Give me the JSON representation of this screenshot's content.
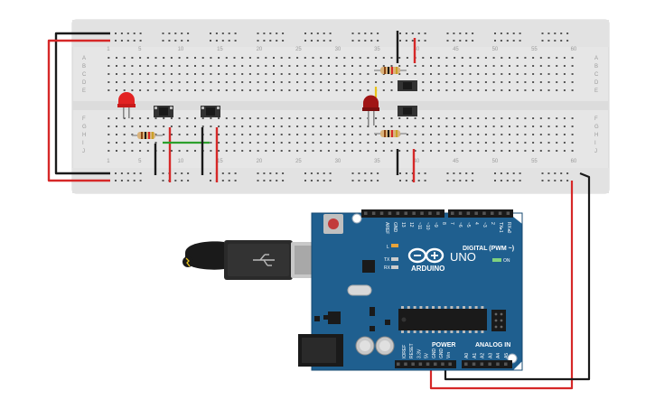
{
  "breadboard": {
    "column_labels_top": [
      "1",
      "5",
      "10",
      "15",
      "20",
      "25",
      "30",
      "35",
      "40",
      "45",
      "50",
      "55",
      "60"
    ],
    "column_labels_bottom": [
      "1",
      "5",
      "10",
      "15",
      "20",
      "25",
      "30",
      "35",
      "40",
      "45",
      "50",
      "55",
      "60"
    ],
    "row_labels_top": [
      "A",
      "B",
      "C",
      "D",
      "E"
    ],
    "row_labels_bottom": [
      "F",
      "G",
      "H",
      "I",
      "J"
    ]
  },
  "arduino": {
    "brand": "ARDUINO",
    "model": "UNO",
    "digital_header": "DIGITAL (PWM ~)",
    "power_header": "POWER",
    "analog_header": "ANALOG IN",
    "on_label": "ON",
    "led_l": "L",
    "led_tx": "TX",
    "led_rx": "RX",
    "top_pins": [
      "AREF",
      "GND",
      "13",
      "12",
      "~11",
      "~10",
      "~9",
      "8",
      "7",
      "~6",
      "~5",
      "4",
      "~3",
      "2",
      "TX▸1",
      "RX◂0"
    ],
    "power_pins": [
      "IOREF",
      "RESET",
      "3.3V",
      "5V",
      "GND",
      "GND",
      "Vin"
    ],
    "analog_pins": [
      "A0",
      "A1",
      "A2",
      "A3",
      "A4",
      "A5"
    ]
  },
  "colors": {
    "breadboard": "#e9e9e9",
    "board": "#1f5f8f",
    "wire_red": "#d62828",
    "wire_black": "#1a1a1a",
    "wire_green": "#2ca02c",
    "wire_yellow": "#e8c21a",
    "led_red": "#e22222",
    "led_dark_red": "#a01414"
  }
}
